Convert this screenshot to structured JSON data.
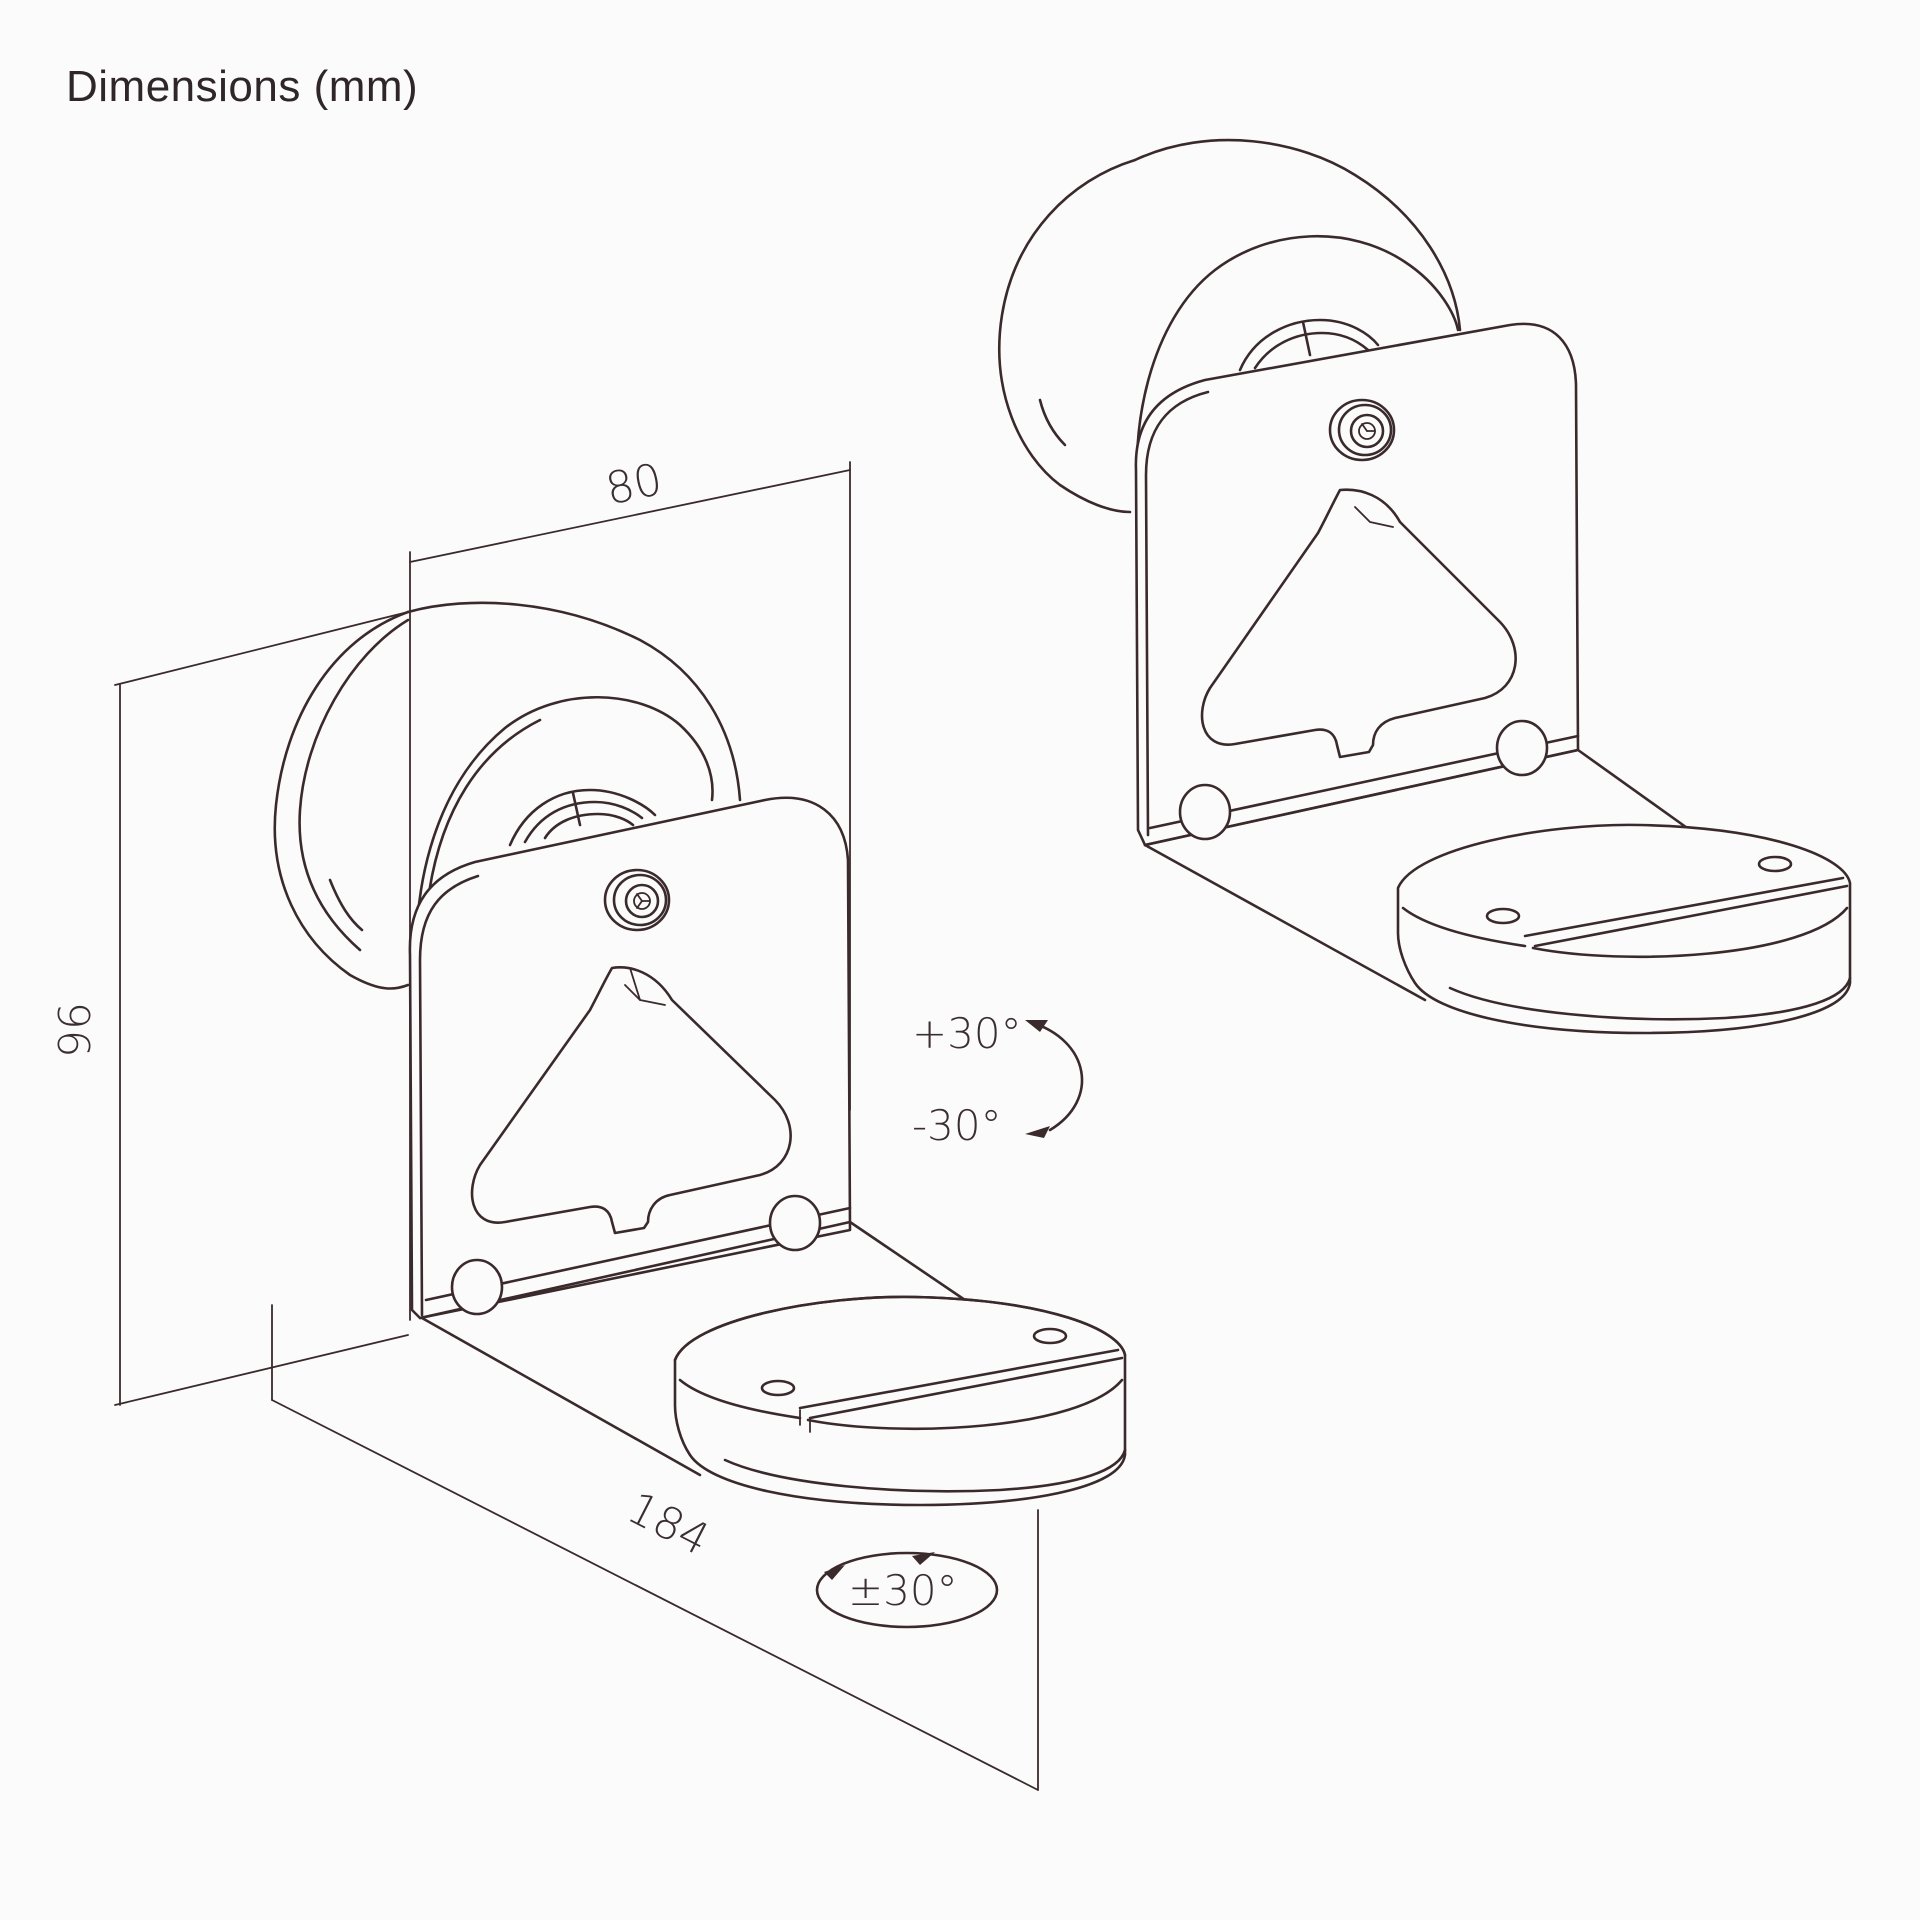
{
  "title": "Dimensions (mm)",
  "dimensions": {
    "width": "80",
    "height": "96",
    "depth": "184"
  },
  "rotation": {
    "tilt_up": "+30°",
    "tilt_down": "-30°",
    "swivel": "±30°"
  },
  "colors": {
    "background": "#fbfbfb",
    "line": "#3b2a2c",
    "text": "#2e2628"
  },
  "views": [
    {
      "name": "front-view-with-dimensions"
    },
    {
      "name": "perspective-view"
    }
  ]
}
